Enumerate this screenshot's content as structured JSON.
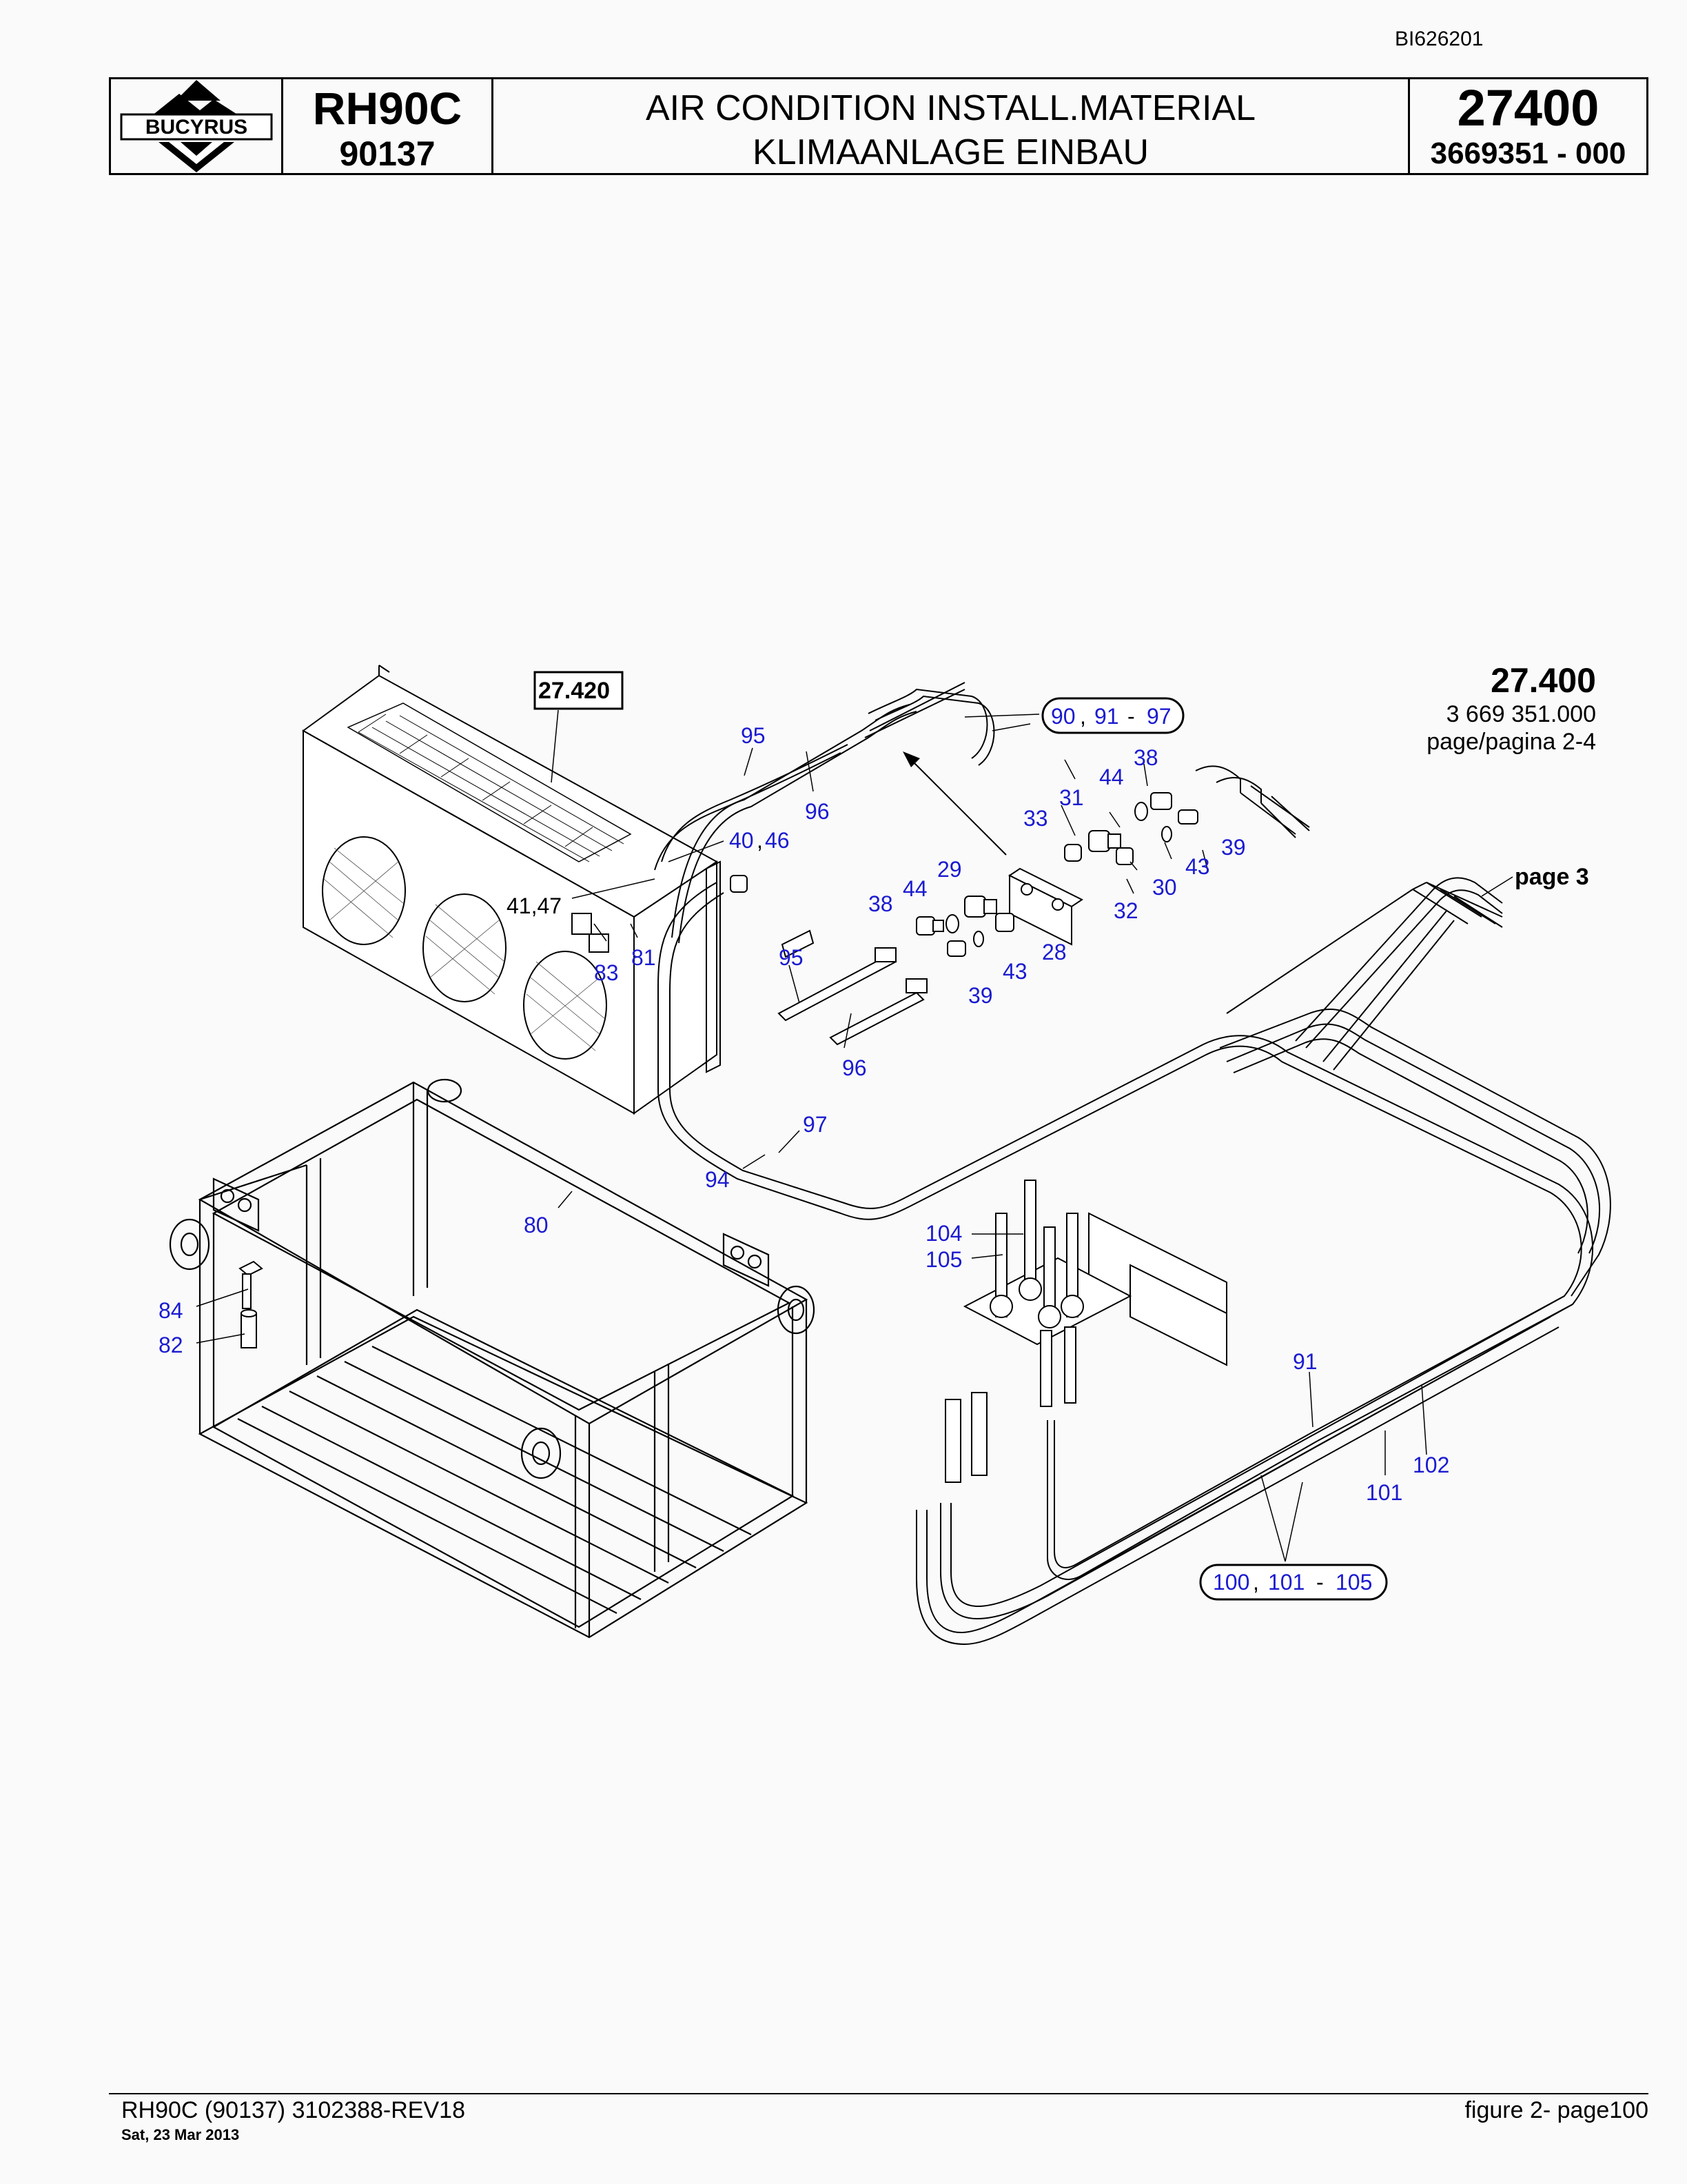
{
  "doc_id": "BI626201",
  "header": {
    "logo_text": "BUCYRUS",
    "model": "RH90C",
    "serial": "90137",
    "title_en": "AIR CONDITION INSTALL.MATERIAL",
    "title_de": "KLIMAANLAGE EINBAU",
    "group_number": "27400",
    "part_number": "3669351 - 000"
  },
  "drawing_ref": {
    "number": "27.400",
    "part": "3 669 351.000",
    "page": "page/pagina 2-4"
  },
  "callouts": {
    "box_ref": "27.420",
    "page3": "page 3",
    "group_upper": [
      "90",
      ",",
      "91",
      "-",
      "97"
    ],
    "group_lower": [
      "100",
      ",",
      "101",
      "-",
      "105"
    ],
    "n95a": "95",
    "n96a": "96",
    "n4046": "40",
    "n4046b": "46",
    "n4147": "41,47",
    "n83": "83",
    "n81": "81",
    "n38a": "38",
    "n44a": "44",
    "n33": "33",
    "n31": "31",
    "n39a": "39",
    "n43a": "43",
    "n30": "30",
    "n32": "32",
    "n29": "29",
    "n44b": "44",
    "n38b": "38",
    "n28": "28",
    "n43b": "43",
    "n39b": "39",
    "n95b": "95",
    "n96b": "96",
    "n97": "97",
    "n94": "94",
    "n80": "80",
    "n84": "84",
    "n82": "82",
    "n104": "104",
    "n105": "105",
    "n91": "91",
    "n102": "102",
    "n101": "101"
  },
  "footer": {
    "left": "RH90C (90137) 3102388-REV18",
    "date": "Sat, 23 Mar 2013",
    "right": "figure  2- page100"
  }
}
